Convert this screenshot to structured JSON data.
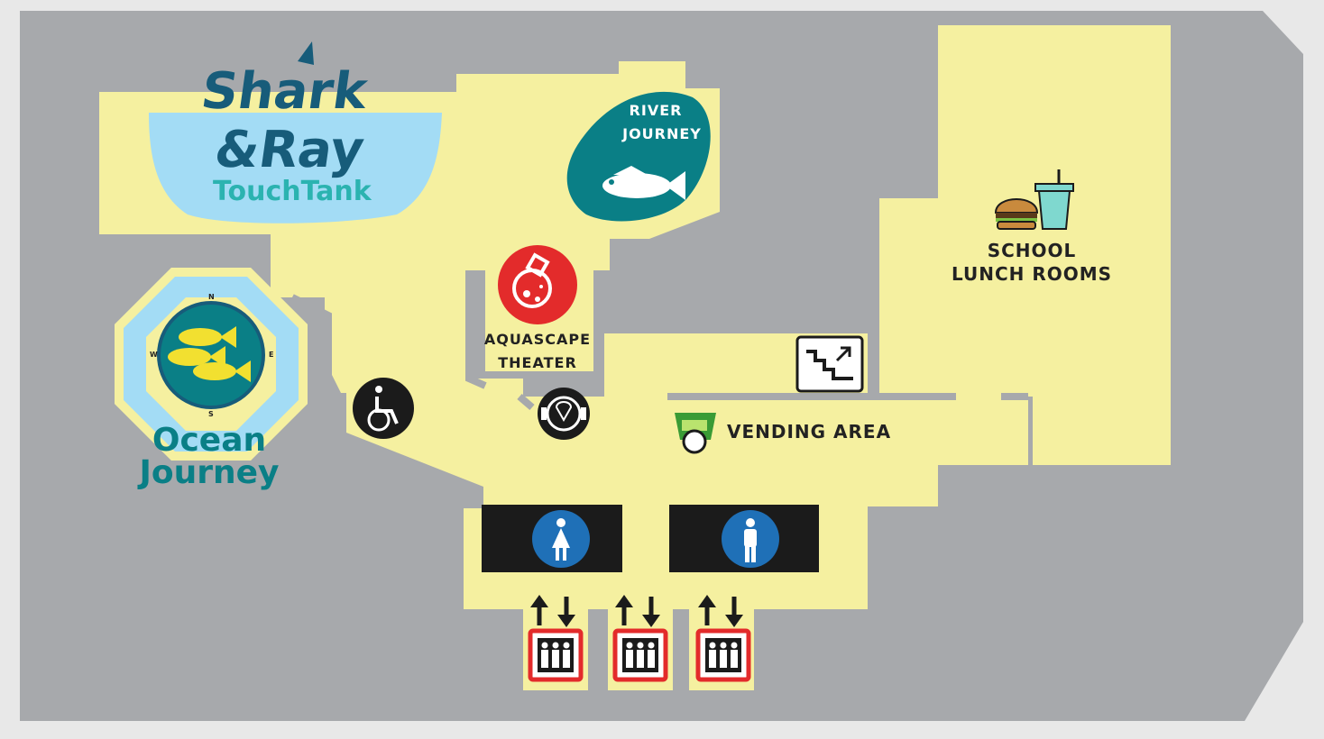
{
  "map": {
    "colors": {
      "background": "#a7a9ac",
      "floor": "#f5f0a0",
      "water": "#a3dcf5",
      "teal": "#0a7f86",
      "dark_teal": "#175c7a",
      "red": "#e32b2b",
      "blue_restroom": "#1f70b7",
      "black": "#1b1b1b"
    },
    "exhibits": {
      "shark_ray": {
        "line1": "Shark",
        "line2": "&Ray",
        "line3": "TouchTank"
      },
      "ocean_journey": {
        "line1": "Ocean",
        "line2": "Journey"
      },
      "river_journey": {
        "line1": "RIVER",
        "line2": "JOURNEY"
      }
    },
    "labels": {
      "aquascape_line1": "AQUASCAPE",
      "aquascape_line2": "THEATER",
      "vending": "VENDING AREA",
      "lunch_line1": "SCHOOL",
      "lunch_line2": "LUNCH ROOMS",
      "compass": [
        "N",
        "E",
        "S",
        "W"
      ]
    },
    "icons": [
      "shark-ray-touch-tank-logo",
      "ocean-journey-fish-icon",
      "river-journey-fish-icon",
      "aquascape-flask-icon",
      "wheelchair-accessible-icon",
      "hearing-loop-icon",
      "stairs-icon",
      "vending-machine-icon",
      "burger-icon",
      "drink-icon",
      "womens-restroom-icon",
      "mens-restroom-icon",
      "elevator-icon"
    ]
  }
}
